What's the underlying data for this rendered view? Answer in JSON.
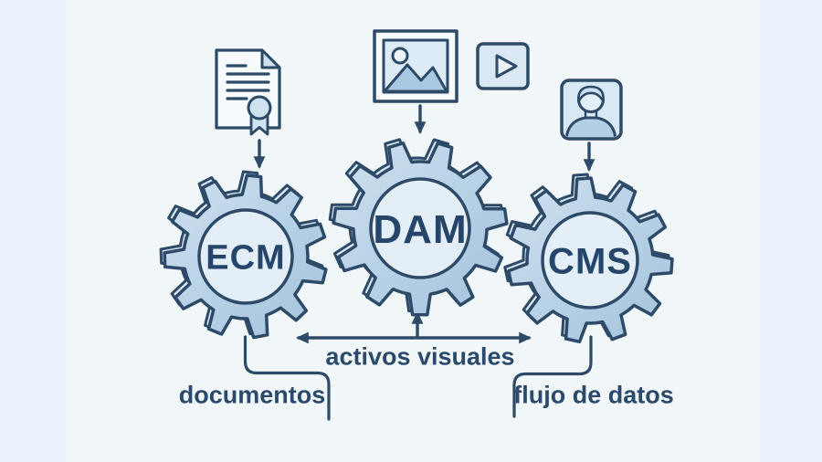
{
  "colors": {
    "background": "#f1f6f8",
    "edge_bars": "#eaf1fb",
    "outline_navy": "#2d4a68",
    "text_navy": "#25456b",
    "gear_body_light": "#d7e6f2",
    "gear_body": "#b3cee4",
    "gear_center_fill": "#e3eef7",
    "icon_fill_light": "#d9e9f4",
    "icon_fill_medium": "#a9c9e2",
    "paper_fill": "#f7fbfe"
  },
  "gears": [
    {
      "id": "ecm",
      "label": "ECM"
    },
    {
      "id": "dam",
      "label": "DAM"
    },
    {
      "id": "cms",
      "label": "CMS"
    }
  ],
  "icons": [
    {
      "name": "document-certificate-icon",
      "meaning": "document with seal feeding ECM"
    },
    {
      "name": "image-icon",
      "meaning": "picture asset feeding DAM"
    },
    {
      "name": "video-icon",
      "meaning": "video asset"
    },
    {
      "name": "person-avatar-icon",
      "meaning": "user profile feeding CMS"
    }
  ],
  "captions": {
    "documents": "documentos",
    "visual_assets": "activos visuales",
    "data_flow": "flujo de datos"
  }
}
